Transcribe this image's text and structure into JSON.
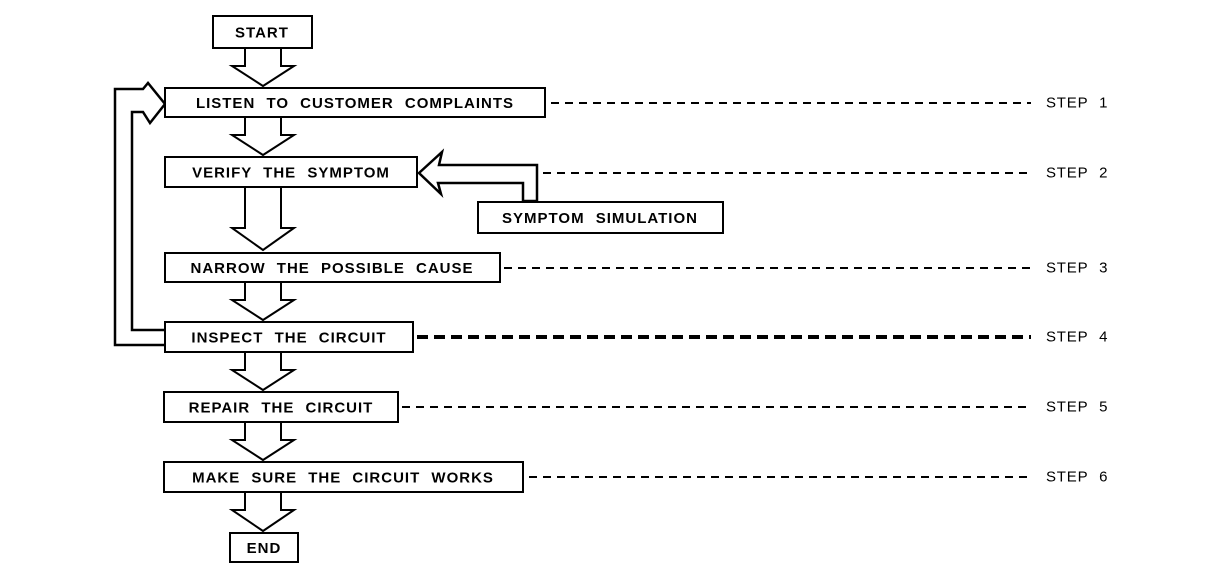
{
  "flowchart": {
    "nodes": {
      "start": {
        "label": "START"
      },
      "listen": {
        "label": "LISTEN TO CUSTOMER COMPLAINTS",
        "step": "STEP 1"
      },
      "verify": {
        "label": "VERIFY THE SYMPTOM",
        "step": "STEP 2"
      },
      "symptom_simulation": {
        "label": "SYMPTOM SIMULATION"
      },
      "narrow": {
        "label": "NARROW THE POSSIBLE CAUSE",
        "step": "STEP 3"
      },
      "inspect": {
        "label": "INSPECT THE CIRCUIT",
        "step": "STEP 4"
      },
      "repair": {
        "label": "REPAIR THE CIRCUIT",
        "step": "STEP 5"
      },
      "make_sure": {
        "label": "MAKE SURE THE CIRCUIT WORKS",
        "step": "STEP 6"
      },
      "end": {
        "label": "END"
      }
    },
    "colors": {
      "line": "#000000",
      "background": "#ffffff",
      "box_fill": "#ffffff"
    }
  }
}
